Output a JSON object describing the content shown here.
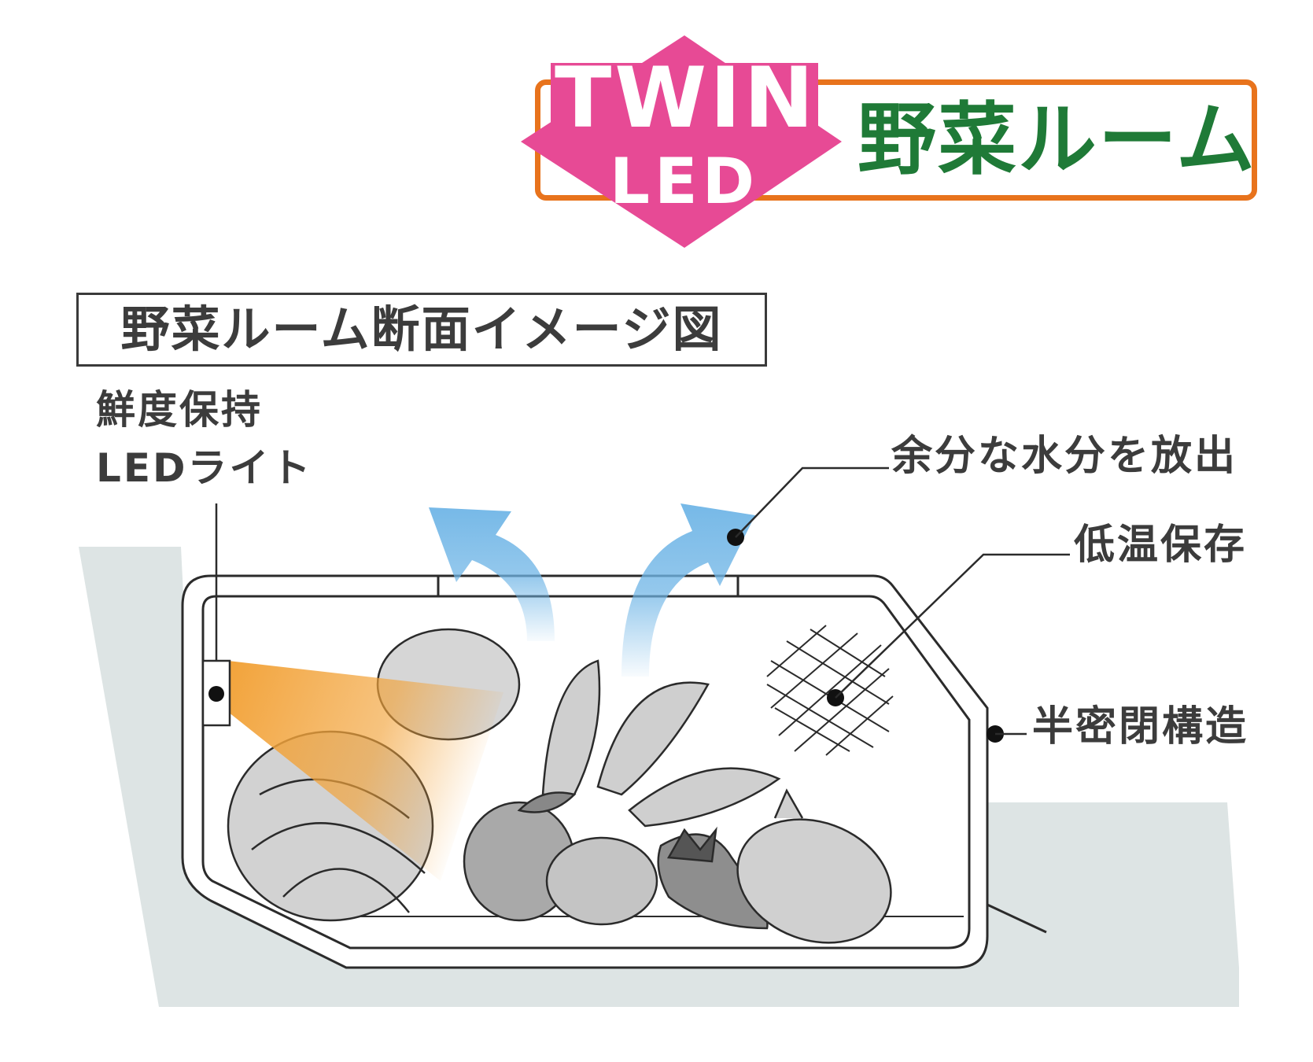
{
  "header": {
    "badge_top": "TWIN",
    "badge_bottom": "LED",
    "title": "野菜ルーム",
    "colors": {
      "badge": "#e74a95",
      "frame": "#e8731c",
      "title": "#1f7a37"
    }
  },
  "section_title": "野菜ルーム断面イメージ図",
  "labels": {
    "led_light_line1": "鮮度保持",
    "led_light_line2": "LEDライト",
    "excess_water": "余分な水分を放出",
    "low_temp": "低温保存",
    "semi_sealed": "半密閉構造"
  },
  "colors": {
    "led_beam": "#f2a33a",
    "airflow": "#6fb5e6",
    "shelf_base": "#dde4e4",
    "outline": "#2b2b2b",
    "produce": "#d4d4d4"
  }
}
